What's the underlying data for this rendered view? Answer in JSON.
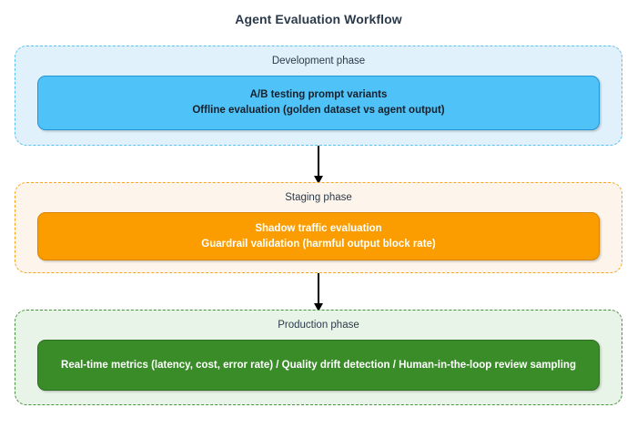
{
  "diagram": {
    "title": "Agent Evaluation Workflow",
    "type": "vertical-flow",
    "accent_colors": {
      "development_fill": "#4fc3f7",
      "development_container": "#e1f1fb",
      "development_border": "#5cc1f0",
      "staging_fill": "#fb9d00",
      "staging_container": "#fdf5ec",
      "staging_border": "#f6a623",
      "production_fill": "#3a8c28",
      "production_container": "#e8f4e8",
      "production_border": "#4a9140",
      "title_text": "#2b3a4a",
      "arrow": "#000000"
    },
    "phases": [
      {
        "id": "development",
        "label": "Development phase",
        "node_text": "A/B testing prompt variants\nOffline evaluation (golden dataset vs agent output)",
        "items": [
          "A/B testing prompt variants",
          "Offline evaluation (golden dataset vs agent output)"
        ]
      },
      {
        "id": "staging",
        "label": "Staging phase",
        "node_text": "Shadow traffic evaluation\nGuardrail validation (harmful output block rate)",
        "items": [
          "Shadow traffic evaluation",
          "Guardrail validation (harmful output block rate)"
        ]
      },
      {
        "id": "production",
        "label": "Production phase",
        "node_text": "Real-time metrics (latency, cost, error rate) / Quality drift detection / Human-in-the-loop review sampling",
        "items": [
          "Real-time metrics (latency, cost, error rate)",
          "Quality drift detection",
          "Human-in-the-loop review sampling"
        ]
      }
    ],
    "connectors": [
      {
        "id": "dev-to-staging",
        "from": "development",
        "to": "staging",
        "style": "solid-arrow-down"
      },
      {
        "id": "staging-to-production",
        "from": "staging",
        "to": "production",
        "style": "solid-arrow-down"
      }
    ]
  }
}
